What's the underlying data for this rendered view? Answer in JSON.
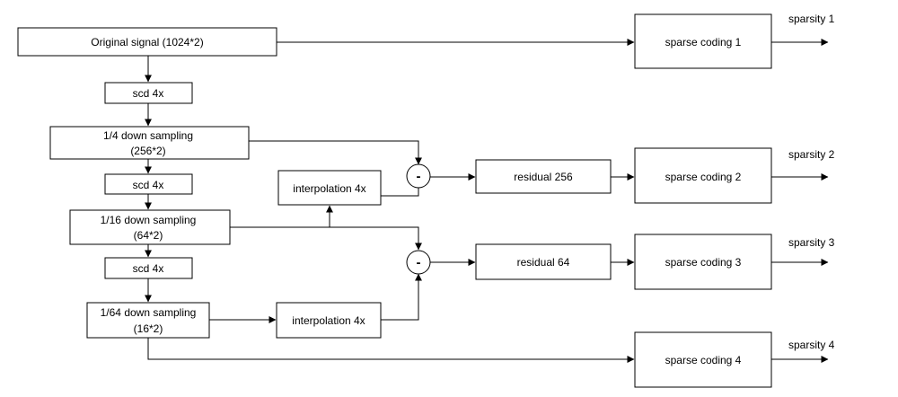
{
  "nodes": {
    "original_signal": "Original signal (1024*2)",
    "scd_1": "scd 4x",
    "down_4": [
      "1/4 down sampling",
      "(256*2)"
    ],
    "scd_2": "scd 4x",
    "down_16": [
      "1/16 down sampling",
      "(64*2)"
    ],
    "scd_3": "scd 4x",
    "down_64": [
      "1/64 down sampling",
      "(16*2)"
    ],
    "interp_1": "interpolation 4x",
    "interp_2": "interpolation 4x",
    "subtract_1": "-",
    "subtract_2": "-",
    "residual_256": "residual 256",
    "residual_64": "residual 64",
    "sparse_1": "sparse coding 1",
    "sparse_2": "sparse coding 2",
    "sparse_3": "sparse coding 3",
    "sparse_4": "sparse coding 4"
  },
  "outputs": {
    "sparsity_1": "sparsity 1",
    "sparsity_2": "sparsity 2",
    "sparsity_3": "sparsity 3",
    "sparsity_4": "sparsity 4"
  }
}
